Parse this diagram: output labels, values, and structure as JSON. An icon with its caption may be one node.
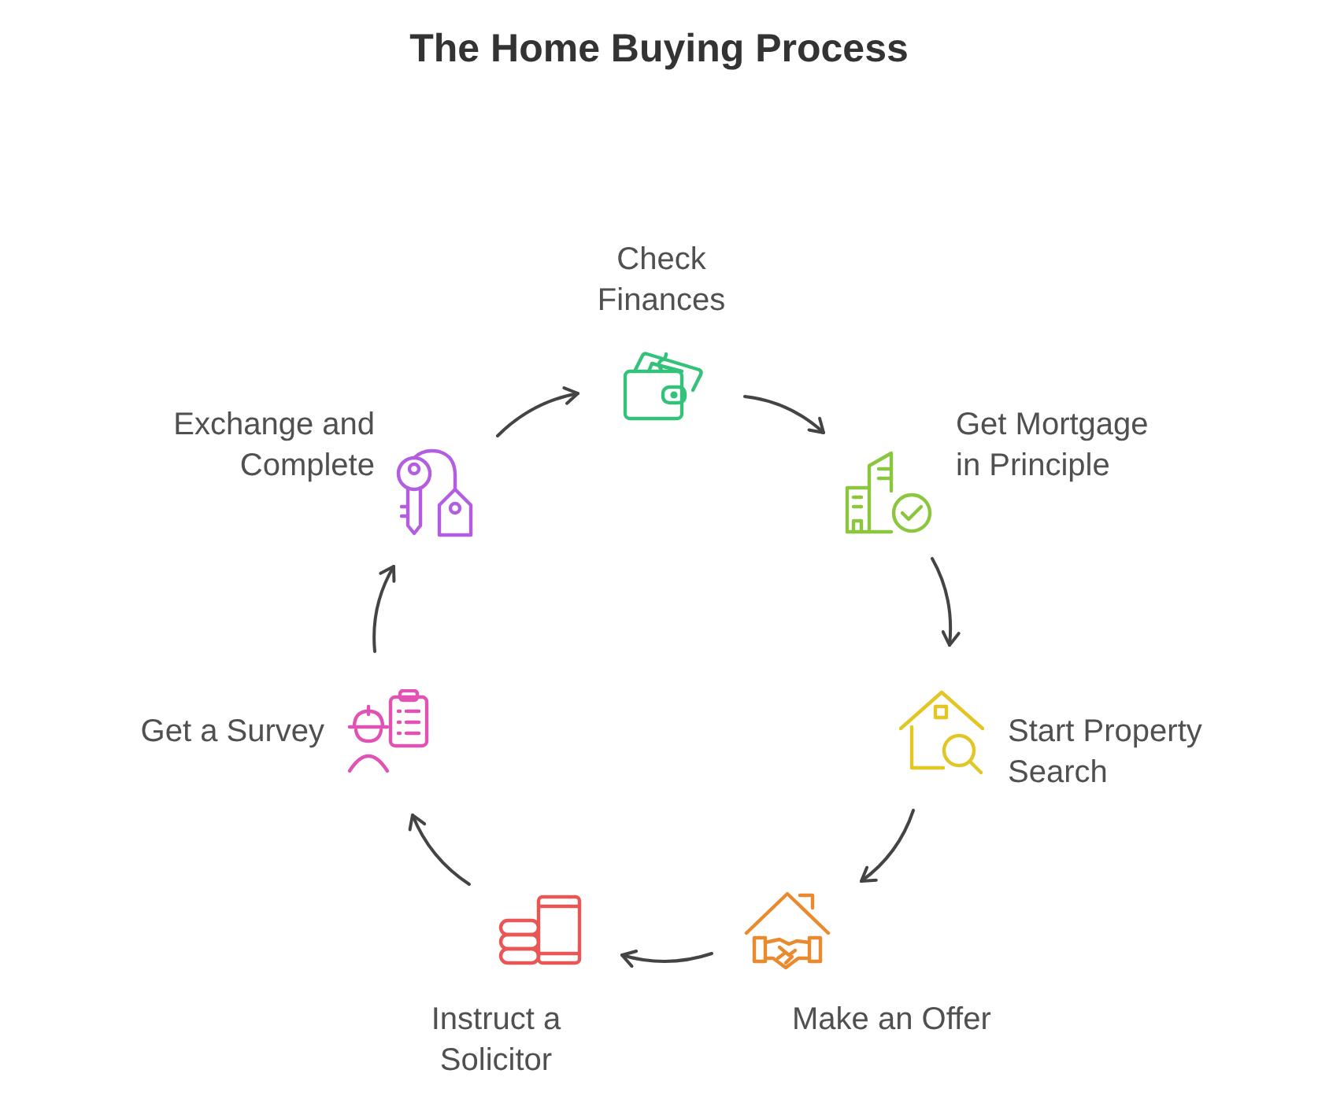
{
  "diagram": {
    "title": "The Home Buying Process",
    "nodes": [
      {
        "text": [
          "Check Finances"
        ]
      },
      {
        "text": [
          "Get Mortgage in Principle"
        ]
      },
      {
        "text": [
          "Start Property Search"
        ]
      },
      {
        "text": [
          "Make an Offer"
        ]
      },
      {
        "text": [
          "Instruct a Solicitor"
        ]
      },
      {
        "text": [
          "Get a Survey"
        ]
      },
      {
        "text": [
          "Exchange and Complete"
        ]
      }
    ],
    "edges": [
      {
        "from": 0,
        "to": 1,
        "arrow": "to"
      },
      {
        "from": 1,
        "to": 2,
        "arrow": "to"
      },
      {
        "from": 2,
        "to": 3,
        "arrow": "to"
      },
      {
        "from": 3,
        "to": 4,
        "arrow": "to"
      },
      {
        "from": 4,
        "to": 5,
        "arrow": "to"
      },
      {
        "from": 5,
        "to": 6,
        "arrow": "to"
      },
      {
        "from": 6,
        "to": 0,
        "arrow": "to"
      }
    ]
  }
}
